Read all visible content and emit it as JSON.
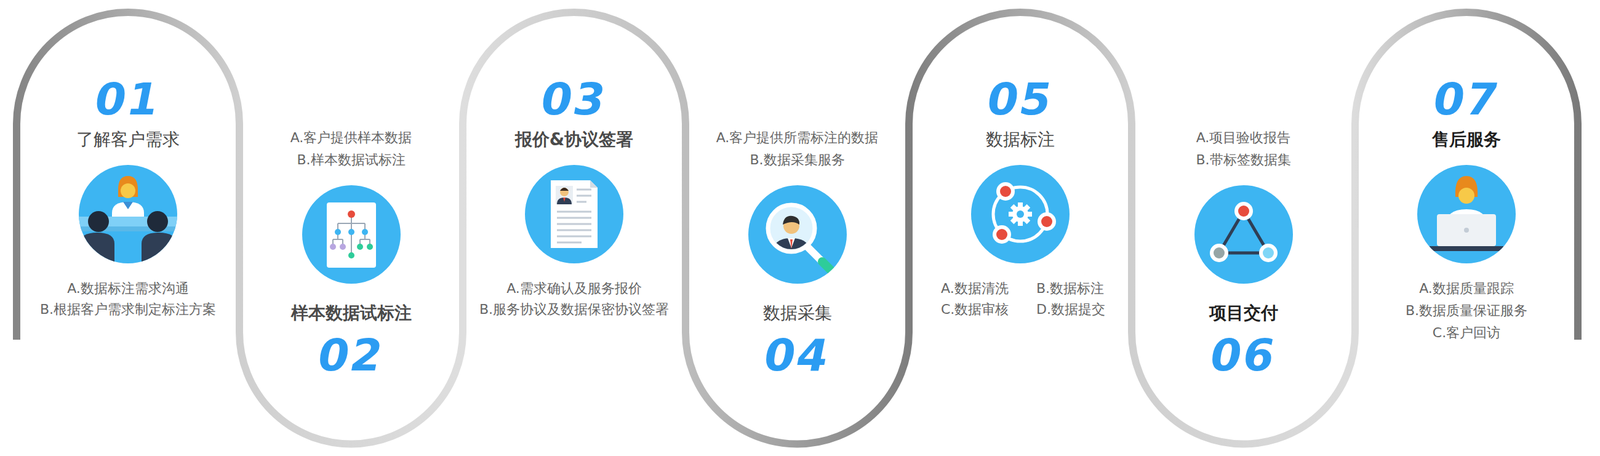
{
  "diagram": {
    "nodes": [
      {
        "text": [
          "01",
          "了解客户需求",
          "A.数据标注需求沟通",
          "B.根据客户需求制定标注方案"
        ]
      },
      {
        "text": [
          "02",
          "样本数据试标注",
          "A.客户提供样本数据",
          "B.样本数据试标注"
        ]
      },
      {
        "text": [
          "03",
          "报价&协议签署",
          "A.需求确认及服务报价",
          "B.服务协议及数据保密协议签署"
        ]
      },
      {
        "text": [
          "04",
          "数据采集",
          "A.客户提供所需标注的数据",
          "B.数据采集服务"
        ]
      },
      {
        "text": [
          "05",
          "数据标注",
          "A.数据清洗",
          "B.数据标注",
          "C.数据审核",
          "D.数据提交"
        ]
      },
      {
        "text": [
          "06",
          "项目交付",
          "A.项目验收报告",
          "B.带标签数据集"
        ]
      },
      {
        "text": [
          "07",
          "售后服务",
          "A.数据质量跟踪",
          "B.数据质量保证服务",
          "C.客户回访"
        ]
      }
    ]
  }
}
